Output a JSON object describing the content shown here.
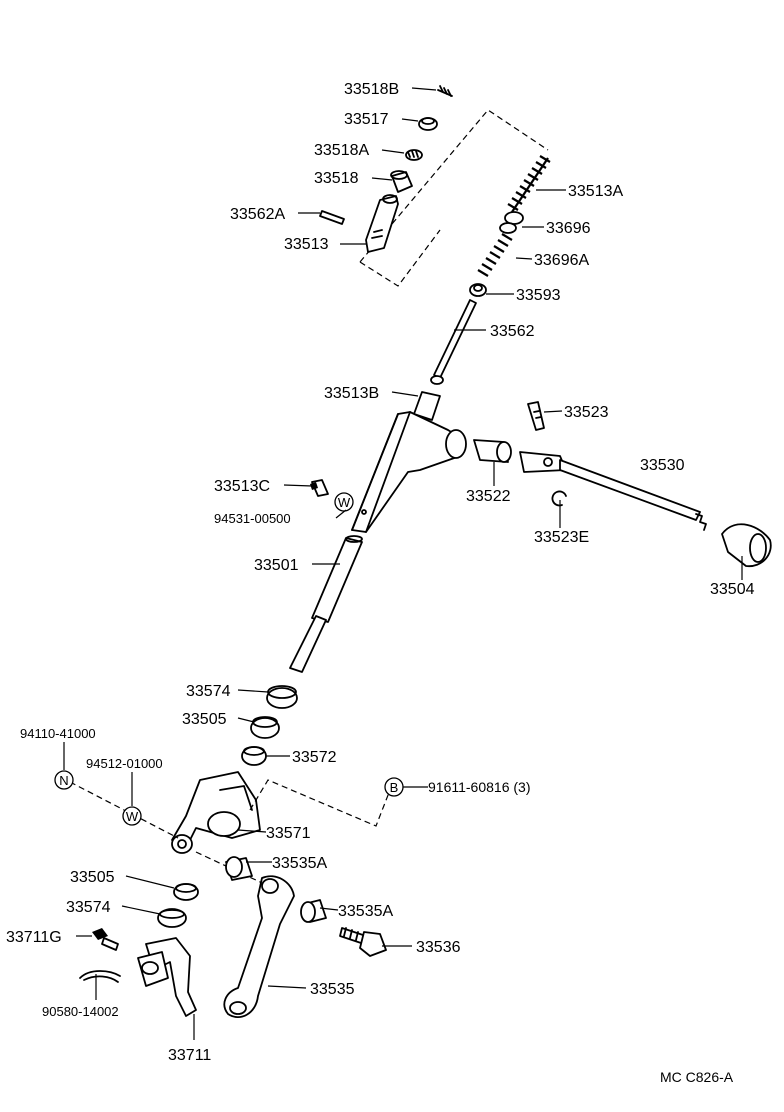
{
  "parts": {
    "p33518B": "33518B",
    "p33517": "33517",
    "p33518A": "33518A",
    "p33518": "33518",
    "p33562A": "33562A",
    "p33513": "33513",
    "p33513A": "33513A",
    "p33696": "33696",
    "p33696A": "33696A",
    "p33593": "33593",
    "p33562": "33562",
    "p33513B": "33513B",
    "p33523": "33523",
    "p33530": "33530",
    "p33513C": "33513C",
    "p33522": "33522",
    "p94531": "94531-00500",
    "p33523E": "33523E",
    "p33504": "33504",
    "p33501": "33501",
    "p33574a": "33574",
    "p33505a": "33505",
    "p33572": "33572",
    "p94110": "94110-41000",
    "p94512": "94512-01000",
    "p91611": "91611-60816 (3)",
    "p33571": "33571",
    "p33535Aa": "33535A",
    "p33505b": "33505",
    "p33535Ab": "33535A",
    "p33574b": "33574",
    "p33711G": "33711G",
    "p33536": "33536",
    "p33535": "33535",
    "p90580": "90580-14002",
    "p33711": "33711"
  },
  "markers": {
    "w1": "W",
    "w2": "W",
    "n": "N",
    "b": "B"
  },
  "footer": {
    "code": "MC C826-A"
  }
}
